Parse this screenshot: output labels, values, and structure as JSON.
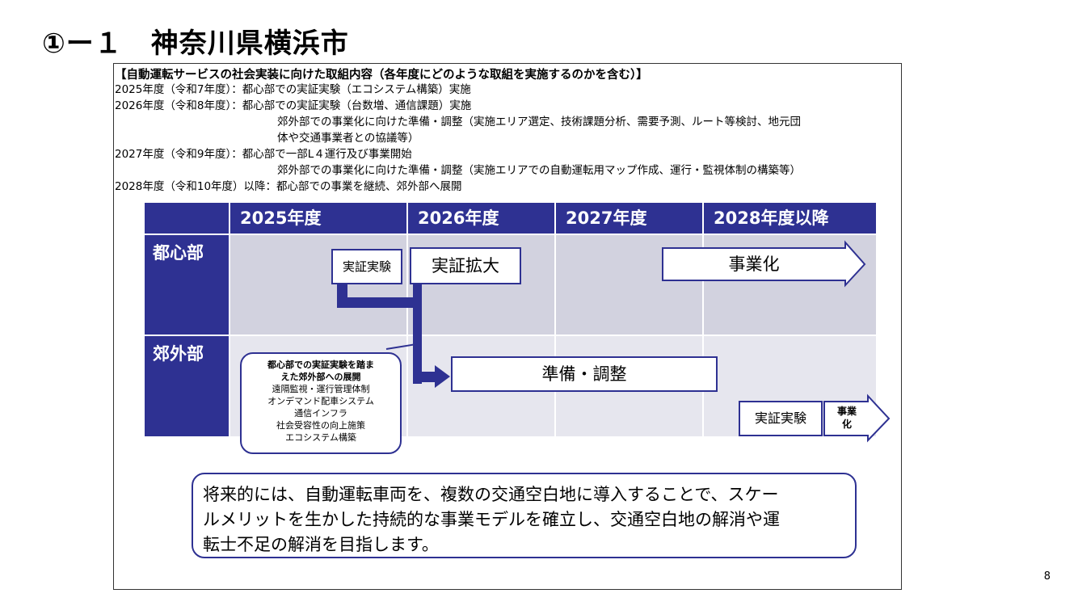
{
  "title": "①ー１　神奈川県横浜市",
  "heading": "【自動運転サービスの社会実装に向けた取組内容（各年度にどのような取組を実施するのかを含む）】",
  "plan_lines": [
    "2025年度（令和7年度）：都心部での実証実験（エコシステム構築）実施",
    "2026年度（令和8年度）：都心部での実証実験（台数増、通信課題）実施",
    "郊外部での事業化に向けた準備・調整（実施エリア選定、技術課題分析、需要予測、ルート等検討、地元団",
    "体や交通事業者との協議等）",
    "2027年度（令和9年度）：都心部で一部L４運行及び事業開始",
    "郊外部での事業化に向けた準備・調整（実施エリアでの自動運転用マップ作成、運行・監視体制の構築等）",
    "2028年度（令和10年度）以降：都心部での事業を継続、郊外部へ展開"
  ],
  "table": {
    "years": [
      "2025年度",
      "2026年度",
      "2027年度",
      "2028年度以降"
    ],
    "rows": [
      "都心部",
      "郊外部"
    ]
  },
  "boxes": {
    "city_trial": "実証実験",
    "city_expand": "実証拡大",
    "city_business": "事業化",
    "suburb_prep": "準備・調整",
    "suburb_trial": "実証実験",
    "suburb_business": "事業\n化"
  },
  "note": {
    "title_1": "都心部での実証実験を踏ま",
    "title_2": "えた郊外部への展開",
    "items": [
      "遠隔監視・運行管理体制",
      "オンデマンド配車システム",
      "通信インフラ",
      "社会受容性の向上施策",
      "エコシステム構築"
    ]
  },
  "summary": {
    "line1": "将来的には、自動運転車両を、複数の交通空白地に導入することで、スケー",
    "line2": "ルメリットを生かした持続的な事業モデルを確立し、交通空白地の解消や運",
    "line3": "転士不足の解消を目指します。"
  },
  "page_number": "8",
  "colors": {
    "navy": "#2e3192",
    "row1_bg": "#d2d2df",
    "row2_bg": "#e6e6ee"
  }
}
